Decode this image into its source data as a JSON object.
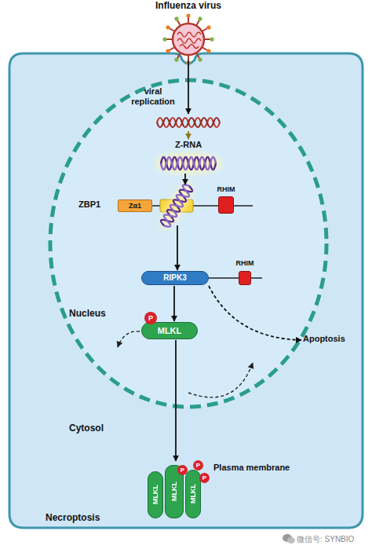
{
  "diagram": {
    "nodes": [
      {
        "text": [
          "Influenza virus"
        ]
      },
      {
        "text": [
          "Cytosol"
        ]
      },
      {
        "text": [
          "Nucleus"
        ],
        "in": 1
      },
      {
        "text": [
          "viral replication"
        ],
        "in": 2
      },
      {
        "text": [
          "Z-RNA"
        ],
        "in": 2
      },
      {
        "text": [
          "ZBP1"
        ],
        "in": 2
      },
      {
        "text": [
          "Zα1"
        ],
        "in": 5
      },
      {
        "text": [
          "RHIM"
        ],
        "in": 5
      },
      {
        "text": [
          "RIPK3"
        ],
        "in": 2
      },
      {
        "text": [
          "RHIM"
        ],
        "in": 2
      },
      {
        "text": [
          "MLKL"
        ],
        "in": 2
      },
      {
        "text": [
          "P"
        ],
        "in": 2
      },
      {
        "text": [
          "Apoptosis"
        ],
        "in": 1
      },
      {
        "text": [
          "MLKL",
          "MLKL",
          "MLKL"
        ],
        "in": 1
      }
    ],
    "edges": [
      {
        "from": 0,
        "to": 3,
        "arrow": "to"
      },
      {
        "from": 3,
        "to": 4,
        "arrow": "to"
      },
      {
        "from": 4,
        "to": 5,
        "arrow": "to"
      },
      {
        "from": 5,
        "to": 8,
        "arrow": "to"
      },
      {
        "from": 8,
        "to": 10,
        "arrow": "to"
      },
      {
        "from": 8,
        "to": 12,
        "arrow": "to"
      },
      {
        "from": 10,
        "to": 13,
        "arrow": "to"
      }
    ],
    "labels": [
      "P",
      "P",
      "P",
      "Plasma membrane",
      "Necroptosis",
      "微信号: SYNBIO"
    ]
  }
}
